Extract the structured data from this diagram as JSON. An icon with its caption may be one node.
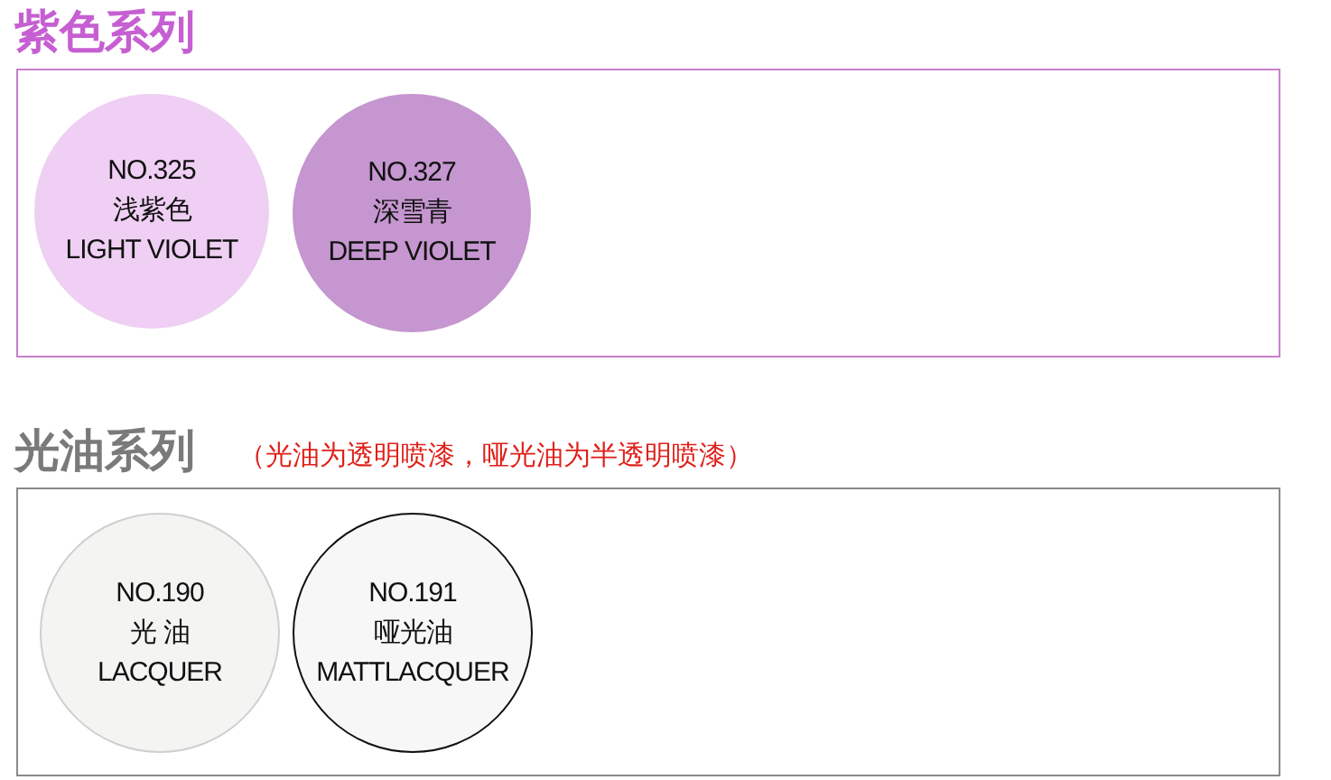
{
  "diagram": {
    "nodes": [
      {
        "text": [
          "紫色系列"
        ]
      },
      {
        "text": [
          "NO.325",
          "浅紫色",
          "LIGHT VIOLET"
        ],
        "in": 0
      },
      {
        "text": [
          "NO.327",
          "深雪青",
          "DEEP VIOLET"
        ],
        "in": 0
      },
      {
        "text": [
          "光油系列",
          "（光油为透明喷漆，哑光油为半透明喷漆）"
        ]
      },
      {
        "text": [
          "NO.190",
          "光 油",
          "LACQUER"
        ],
        "in": 3
      },
      {
        "text": [
          "NO.191",
          "哑光油",
          "MATTLACQUER"
        ],
        "in": 3
      }
    ],
    "edges": []
  }
}
